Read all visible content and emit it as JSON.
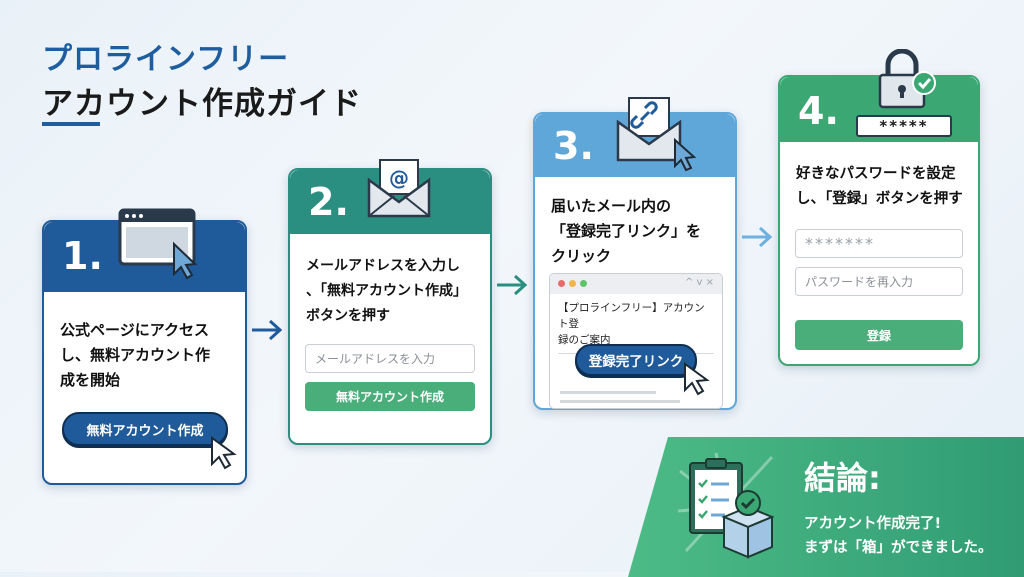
{
  "title": {
    "line1": "プロラインフリー",
    "line2": "アカウント作成ガイド"
  },
  "steps": [
    {
      "number": "1.",
      "text_lines": [
        "公式ページにアクセス",
        "し、無料アカウント作",
        "成を開始"
      ],
      "button": "無料アカウント作成",
      "color": "#1f5a9a"
    },
    {
      "number": "2.",
      "text_lines": [
        "メールアドレスを入力し",
        "、「無料アカウント作成」",
        "ボタンを押す"
      ],
      "input_placeholder": "メールアドレスを入力",
      "button": "無料アカウント作成",
      "color": "#2a8f80"
    },
    {
      "number": "3.",
      "text_lines": [
        "届いたメール内の",
        "「登録完了リンク」を",
        "クリック"
      ],
      "mail_subject_lines": [
        "【プロラインフリー】アカウント登",
        "録のご案内"
      ],
      "mail_controls": "^ v ×",
      "button": "登録完了リンク",
      "color": "#5fa6d9"
    },
    {
      "number": "4.",
      "text_lines": [
        "好きなパスワードを設定",
        "し、「登録」ボタンを押す"
      ],
      "password_badge": "*****",
      "password_value": "*******",
      "confirm_placeholder": "パスワードを再入力",
      "button": "登録",
      "color": "#3ba773"
    }
  ],
  "conclusion": {
    "heading": "結論:",
    "line1": "アカウント作成完了!",
    "line2": "まずは「箱」ができました。"
  }
}
